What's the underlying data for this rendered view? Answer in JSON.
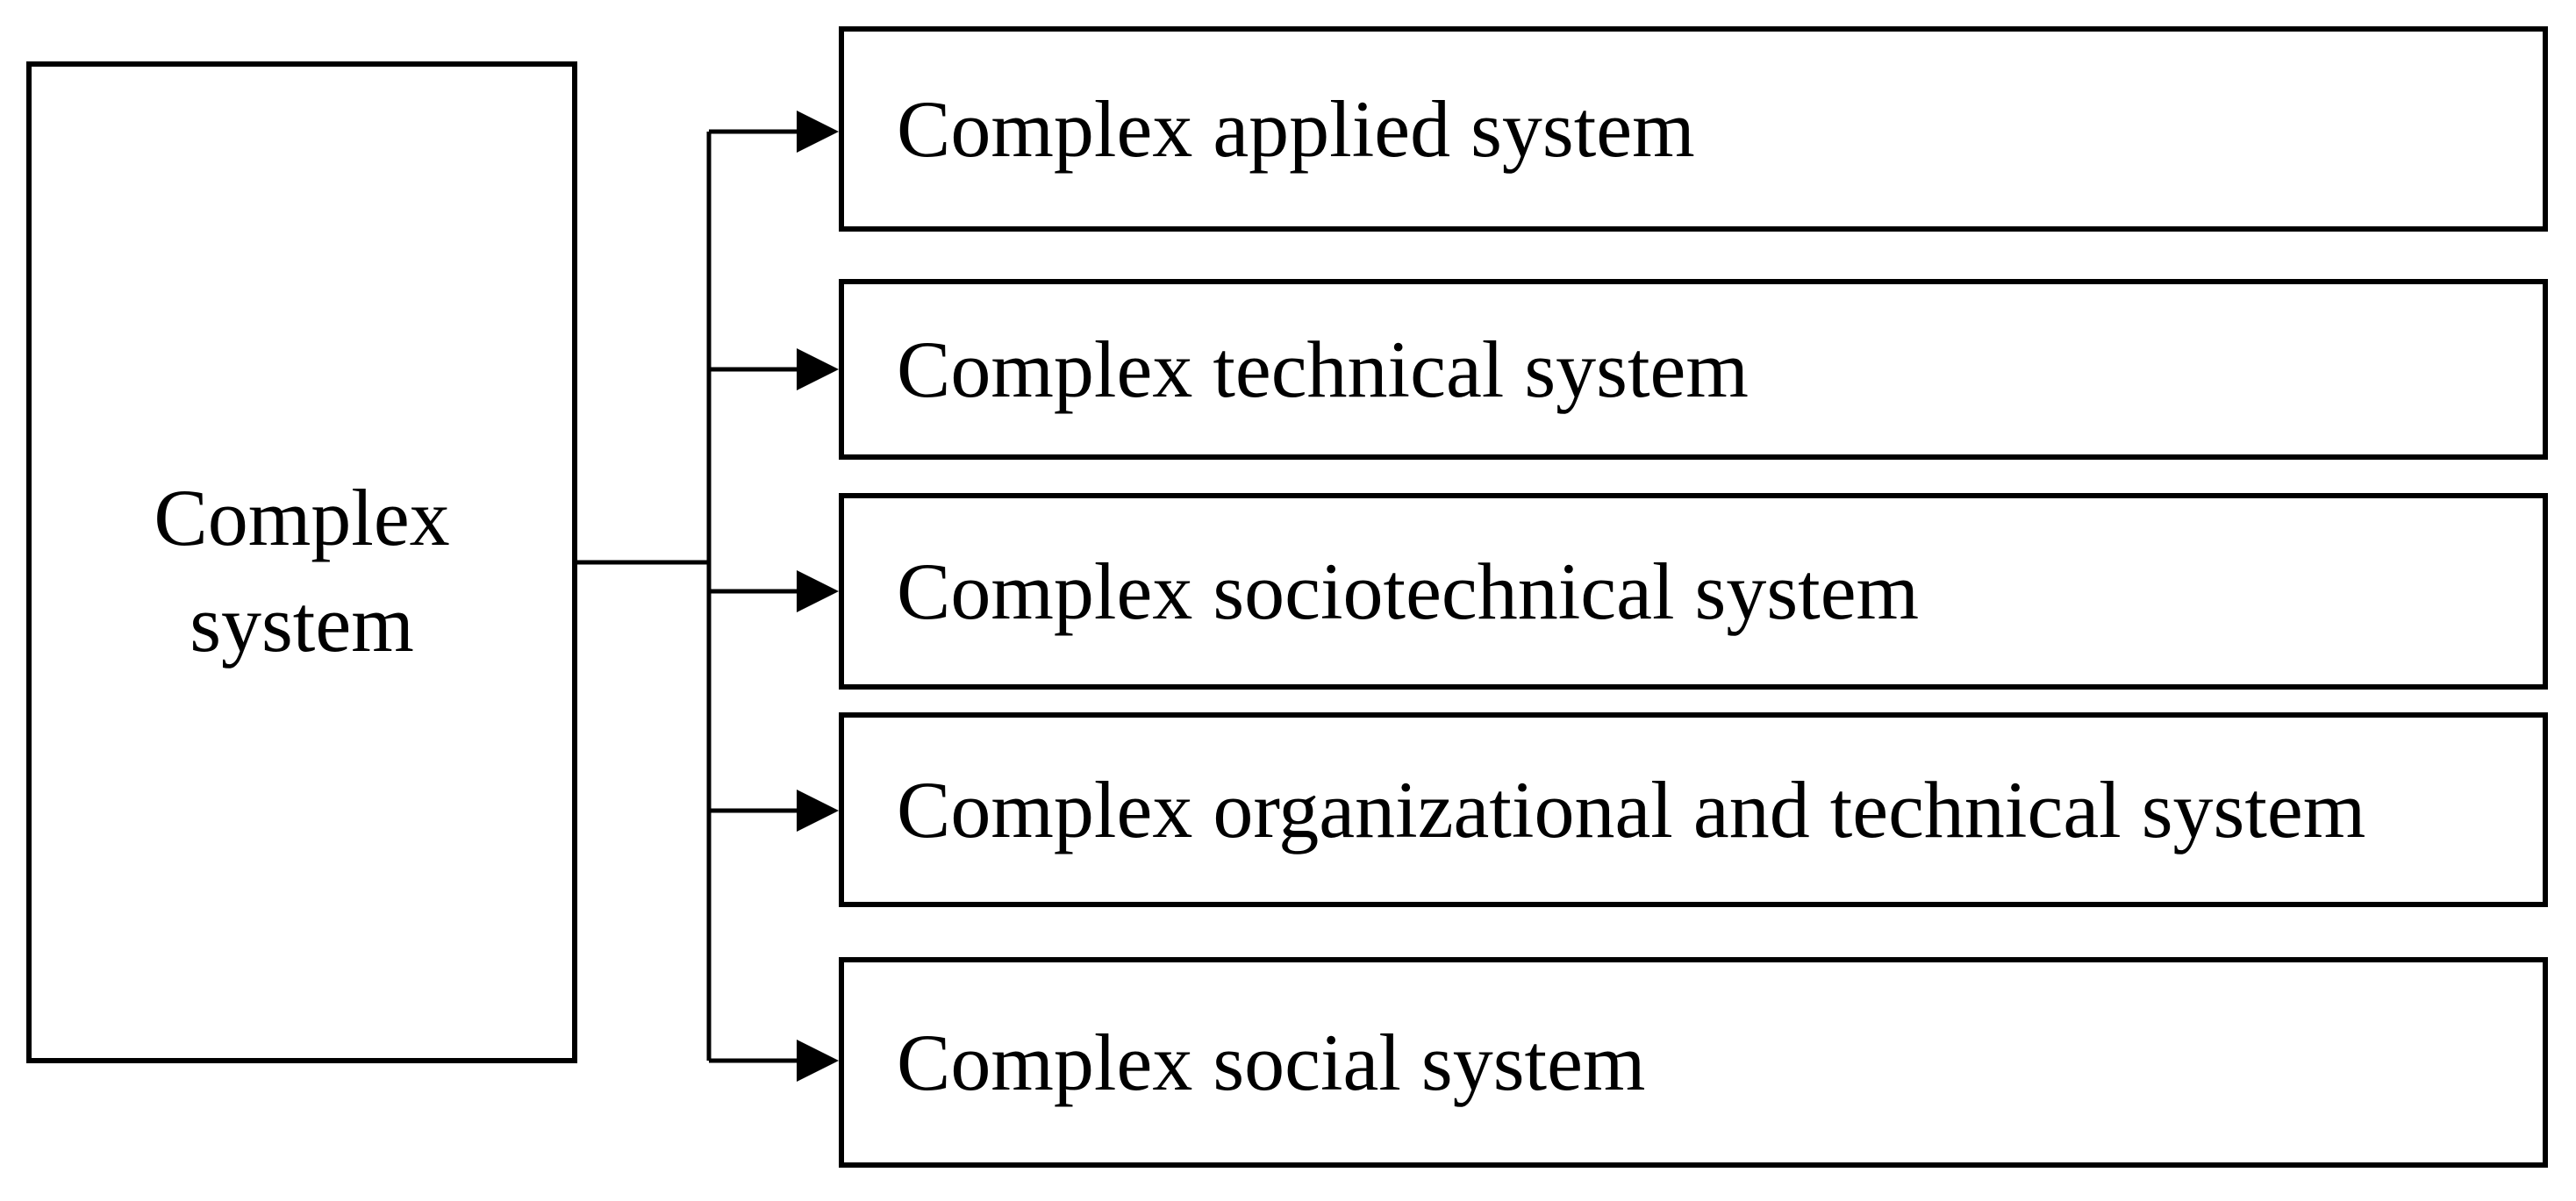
{
  "root": {
    "label": "Complex\nsystem"
  },
  "children": [
    {
      "label": "Complex applied system"
    },
    {
      "label": "Complex technical system"
    },
    {
      "label": "Complex sociotechnical system"
    },
    {
      "label": "Complex organizational and technical system"
    },
    {
      "label": "Complex social system"
    }
  ],
  "colors": {
    "stroke": "#000000",
    "background": "#ffffff"
  }
}
